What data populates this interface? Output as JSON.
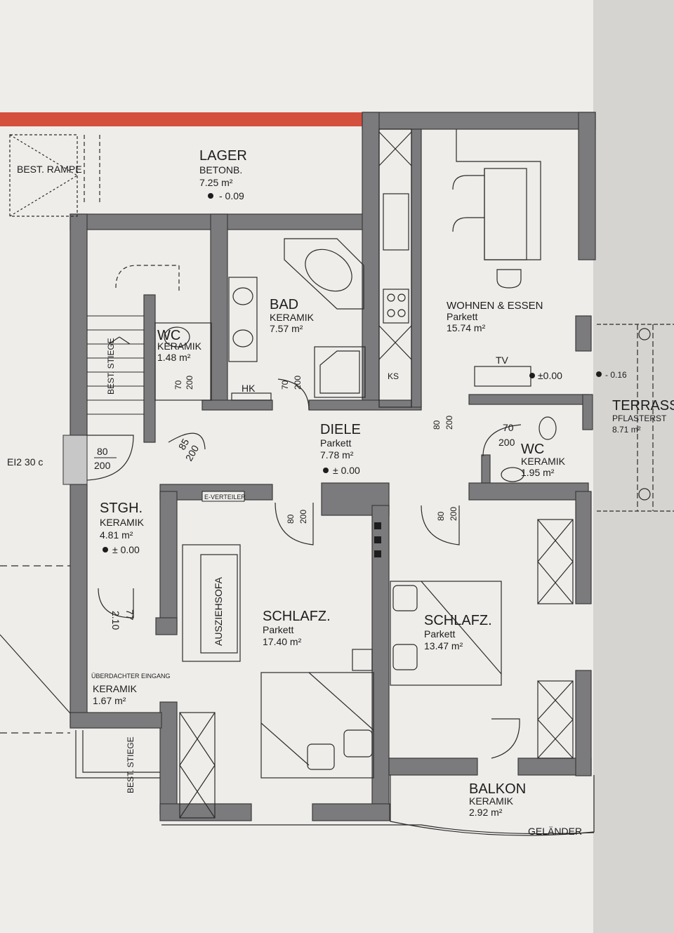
{
  "title": "",
  "colors": {
    "paper": "#efedea",
    "wall": "#7b7b7d",
    "wall_light": "#b5b5b6",
    "line": "#2b2b2b",
    "accent_red": "#d4503c"
  },
  "rooms": {
    "lager": {
      "name": "LAGER",
      "floor": "BETONB.",
      "area": "7.25 m²",
      "level": "- 0.09"
    },
    "bad": {
      "name": "BAD",
      "floor": "KERAMIK",
      "area": "7.57 m²",
      "heater": "HK"
    },
    "wc1": {
      "name": "WC",
      "floor": "KERAMIK",
      "area": "1.48 m²"
    },
    "wohnen": {
      "name": "WOHNEN & ESSEN",
      "floor": "Parkett",
      "area": "15.74 m²",
      "tv": "TV",
      "level": "±0.00",
      "kitchen_tag": "KS"
    },
    "diele": {
      "name": "DIELE",
      "floor": "Parkett",
      "area": "7.78 m²",
      "level": "± 0.00"
    },
    "wc2": {
      "name": "WC",
      "floor": "KERAMIK",
      "area": "1.95 m²"
    },
    "stgh": {
      "name": "STGH.",
      "floor": "KERAMIK",
      "area": "4.81 m²",
      "level": "± 0.00"
    },
    "schlafz1": {
      "name": "SCHLAFZ.",
      "floor": "Parkett",
      "area": "17.40 m²",
      "sofa": "AUSZIEHSOFA",
      "distributor": "E-VERTEILER"
    },
    "schlafz2": {
      "name": "SCHLAFZ.",
      "floor": "Parkett",
      "area": "13.47 m²"
    },
    "eingang": {
      "name": "ÜBERDACHTER EINGANG",
      "floor": "KERAMIK",
      "area": "1.67 m²"
    },
    "balkon": {
      "name": "BALKON",
      "floor": "KERAMIK",
      "area": "2.92 m²",
      "railing": "GELÄNDER"
    },
    "terrasse": {
      "name": "TERRASS",
      "floor": "PFLASTERST",
      "area": "8.71 m²",
      "level": "- 0.16"
    }
  },
  "external": {
    "rampe": "BEST. RAMPE",
    "stiege1": "BEST. STIEGE",
    "stiege2": "BEST. STIEGE",
    "door_rating": "EI2 30 c"
  },
  "doors": [
    {
      "w": "80",
      "h": "200"
    },
    {
      "w": "85",
      "h": "200"
    },
    {
      "w": "70",
      "h": "200"
    },
    {
      "w": "70",
      "h": "200"
    },
    {
      "w": "80",
      "h": "200"
    },
    {
      "w": "70",
      "h": "200"
    },
    {
      "w": "80",
      "h": "200"
    },
    {
      "w": "80",
      "h": "200"
    },
    {
      "w": "70",
      "h": "200"
    },
    {
      "w": "77",
      "h": "2.10"
    }
  ]
}
